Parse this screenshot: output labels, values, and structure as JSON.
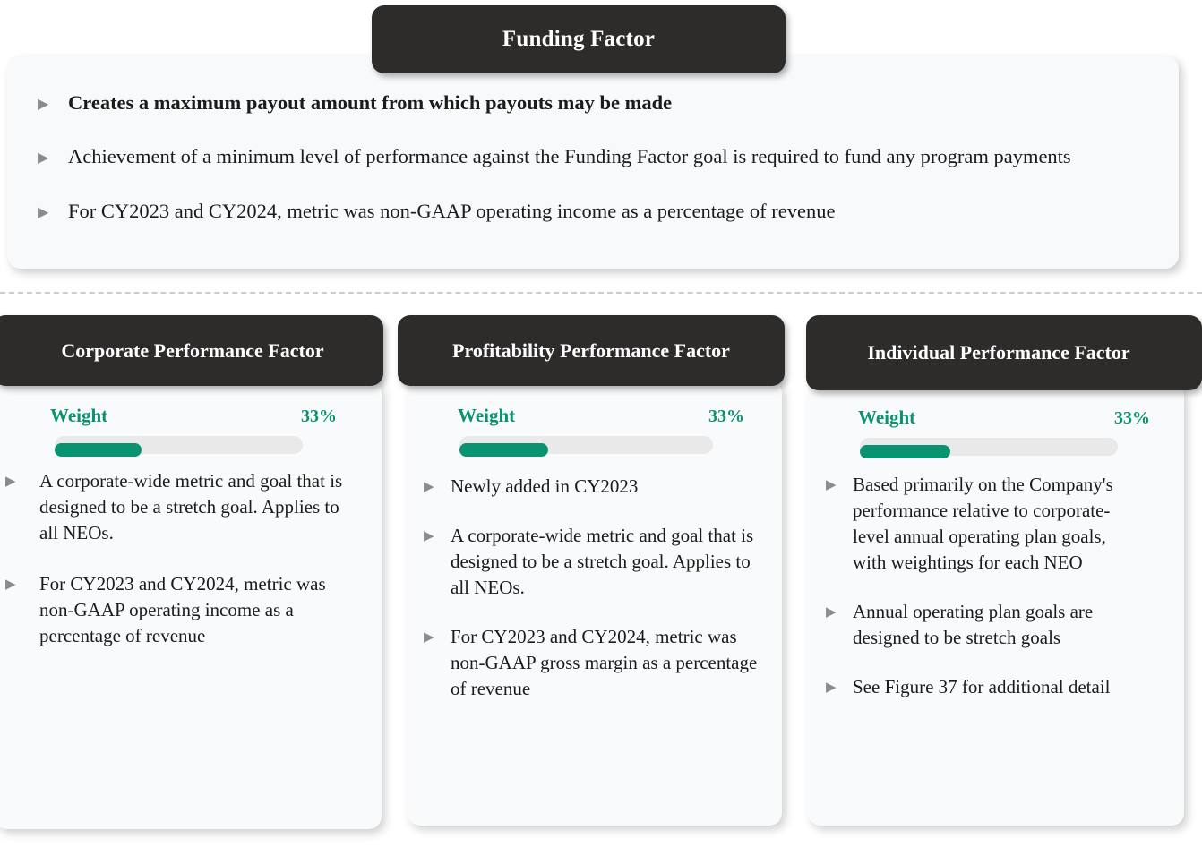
{
  "colors": {
    "header_bg": "#2e2c2b",
    "panel_bg": "#f7f9fb",
    "accent_green": "#0a9370",
    "bullet_gray": "#8b8b8b",
    "text": "#1b1b1b",
    "track_gray": "#e9e9e9",
    "divider_gray": "#c9ccd0"
  },
  "bullet_glyph": "▶",
  "funding": {
    "title": "Funding Factor",
    "bullets": [
      {
        "text": "Creates a maximum payout amount from which payouts may be made",
        "bold": true
      },
      {
        "text": "Achievement of a minimum level of performance against the Funding Factor goal is required to fund any program payments",
        "bold": false
      },
      {
        "text": "For CY2023 and CY2024, metric was non-GAAP operating income as a percentage of revenue",
        "bold": false
      }
    ]
  },
  "cards": [
    {
      "title": "Corporate Performance Factor",
      "weight_label": "Weight",
      "weight_value": "33%",
      "weight_fill_percent": 35,
      "bullets": [
        "A corporate-wide metric and goal that is designed to be a stretch goal. Applies to all NEOs.",
        "For CY2023 and CY2024, metric was non-GAAP operating income as a percentage of revenue"
      ]
    },
    {
      "title": "Profitability Performance Factor",
      "weight_label": "Weight",
      "weight_value": "33%",
      "weight_fill_percent": 35,
      "bullets": [
        "Newly added in CY2023",
        "A corporate-wide metric and goal that is designed to be a stretch goal. Applies to all NEOs.",
        "For CY2023 and CY2024, metric was non-GAAP gross margin as a percentage of revenue"
      ]
    },
    {
      "title": "Individual Performance Factor",
      "weight_label": "Weight",
      "weight_value": "33%",
      "weight_fill_percent": 35,
      "bullets": [
        "Based primarily on the Company's performance relative to corporate-level annual operating plan goals, with weightings for each NEO",
        "Annual operating plan goals are designed to be stretch goals",
        "See Figure 37 for additional detail"
      ]
    }
  ]
}
